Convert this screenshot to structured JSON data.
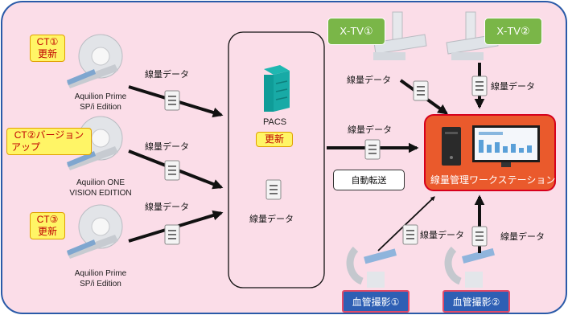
{
  "colors": {
    "background": "#fbdde8",
    "outer_border": "#2a5aa8",
    "arrow": "#111111",
    "station": "#ea5a2c",
    "station_border": "#d7001d",
    "xtv_tag": "#7ab648",
    "angio_tag": "#2e5fb4",
    "update_tag": "#fff566"
  },
  "icons": [
    "document-icon",
    "pacs-server-icon",
    "workstation-pc-icon",
    "monitor-icon",
    "ct-scanner-icon",
    "xray-tv-icon",
    "angiography-icon"
  ],
  "ct1": {
    "tag_line1": "CT①",
    "tag_line2": "更新",
    "model_line1": "Aquilion Prime",
    "model_line2": "SP/i Edition",
    "data_label": "線量データ"
  },
  "ct2": {
    "tag_line1": "CT②バージョン",
    "tag_line2": "アップ",
    "model_line1": "Aquilion ONE",
    "model_line2": "VISION EDITION",
    "data_label": "線量データ"
  },
  "ct3": {
    "tag_line1": "CT③",
    "tag_line2": "更新",
    "model_line1": "Aquilion Prime",
    "model_line2": "SP/i Edition",
    "data_label": "線量データ"
  },
  "pacs": {
    "name": "PACS",
    "tag": "更新",
    "data_label": "線量データ",
    "transfer_label": "線量データ",
    "auto_transfer": "自動転送"
  },
  "xtv1": {
    "tag": "X-TV①",
    "data_label": "線量データ"
  },
  "xtv2": {
    "tag": "X-TV②",
    "data_label": "線量データ"
  },
  "angio1": {
    "tag": "血管撮影①",
    "data_label": "線量データ"
  },
  "angio2": {
    "tag": "血管撮影②",
    "data_label": "線量データ"
  },
  "workstation": {
    "label": "線量管理ワークステーション"
  }
}
